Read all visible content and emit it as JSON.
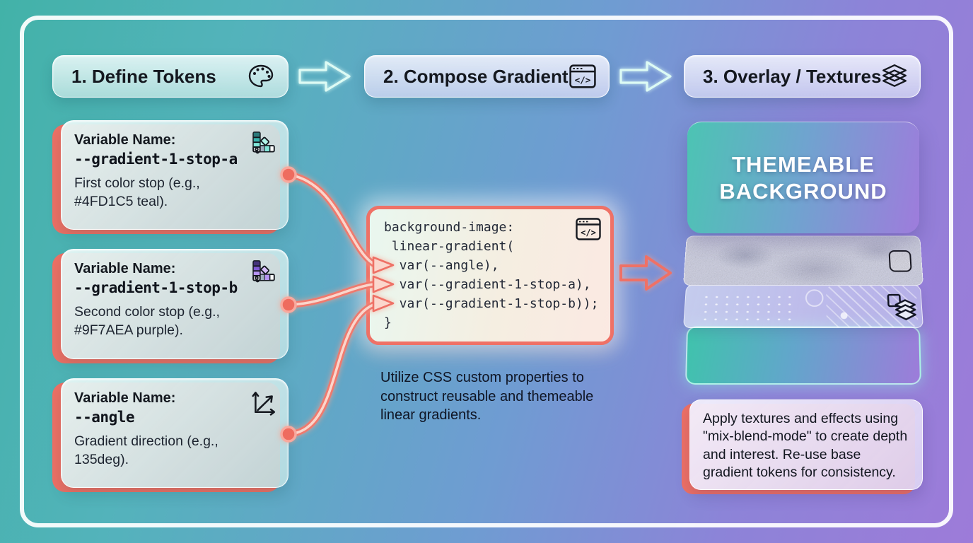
{
  "steps": [
    {
      "label": "1. Define Tokens",
      "icon": "palette-icon"
    },
    {
      "label": "2. Compose Gradient",
      "icon": "code-window-icon"
    },
    {
      "label": "3. Overlay / Textures",
      "icon": "layers-icon"
    }
  ],
  "token_cards": [
    {
      "title": "Variable Name:",
      "variable": "--gradient-1-stop-a",
      "description": "First color stop (e.g., #4FD1C5 teal).",
      "icon": "swatches-teal-icon"
    },
    {
      "title": "Variable Name:",
      "variable": "--gradient-1-stop-b",
      "description": "Second color stop (e.g., #9F7AEA purple).",
      "icon": "swatches-purple-icon"
    },
    {
      "title": "Variable Name:",
      "variable": "--angle",
      "description": "Gradient direction (e.g., 135deg).",
      "icon": "angle-axes-icon"
    }
  ],
  "code_card": {
    "icon": "code-window-icon",
    "lines": [
      "background-image:",
      " linear-gradient(",
      "  var(--angle),",
      "  var(--gradient-1-stop-a),",
      "  var(--gradient-1-stop-b));",
      "}"
    ]
  },
  "code_caption": "Utilize CSS custom properties to construct reusable and themeable linear gradients.",
  "preview": {
    "heading_line1": "THEMEABLE",
    "heading_line2": "BACKGROUND",
    "texture_layer_icon": "noise-swatch-icon",
    "glass_layer_icon": "layer-stack-icon"
  },
  "overlay_note": "Apply textures and effects using \"mix-blend-mode\" to create depth and interest. Re-use base gradient tokens for consistency.",
  "colors": {
    "accent_coral": "#EE7065",
    "teal_token": "#4FD1C5",
    "purple_token": "#9F7AEA",
    "background_start": "#42B2A8",
    "background_end": "#9D7BD9"
  }
}
